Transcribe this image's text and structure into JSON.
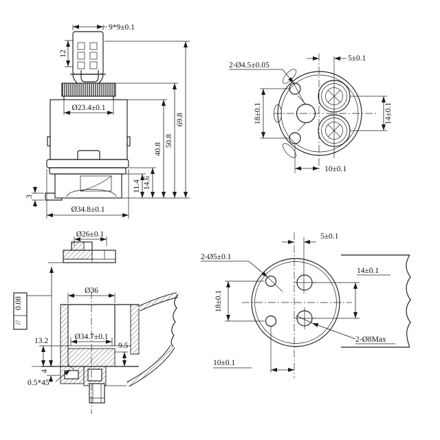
{
  "colors": {
    "line": "#1c1c1c",
    "background": "#ffffff"
  },
  "views": {
    "side": {
      "dims": {
        "stem_square": "9*9±0.1",
        "stem_len": "12",
        "neck_dia": "Ø23.4±0.1",
        "h_total": "69.8",
        "h_upper": "50.8",
        "h_body": "40.8",
        "h_skirt": "14.6",
        "h_base": "11.4",
        "foot": "3",
        "base_dia": "Ø34.8±0.1"
      }
    },
    "bottom": {
      "dims": {
        "offset": "5±0.1",
        "pins": "2-Ø4.5±0.05",
        "pin_span": "18±0.1",
        "port_span": "14±0.1",
        "pin_offset": "10±0.1"
      }
    },
    "nut": {
      "dims": {
        "dia": "Ø26±0.1"
      },
      "tolerance": {
        "symbol": "//",
        "value": "0.08"
      }
    },
    "section": {
      "dims": {
        "bore": "Ø36",
        "seat": "Ø34.7±0.1",
        "depth_l": "13.2",
        "depth_r": "9.5",
        "step": "4",
        "chamfer": "0.5*45°"
      }
    },
    "plan": {
      "dims": {
        "offset": "5±0.1",
        "pins": "2-Ø5±0.1",
        "port_span": "14±0.1",
        "pin_span": "18±0.1",
        "pin_offset": "10±0.1",
        "ports": "2-Ø8Max"
      }
    }
  }
}
